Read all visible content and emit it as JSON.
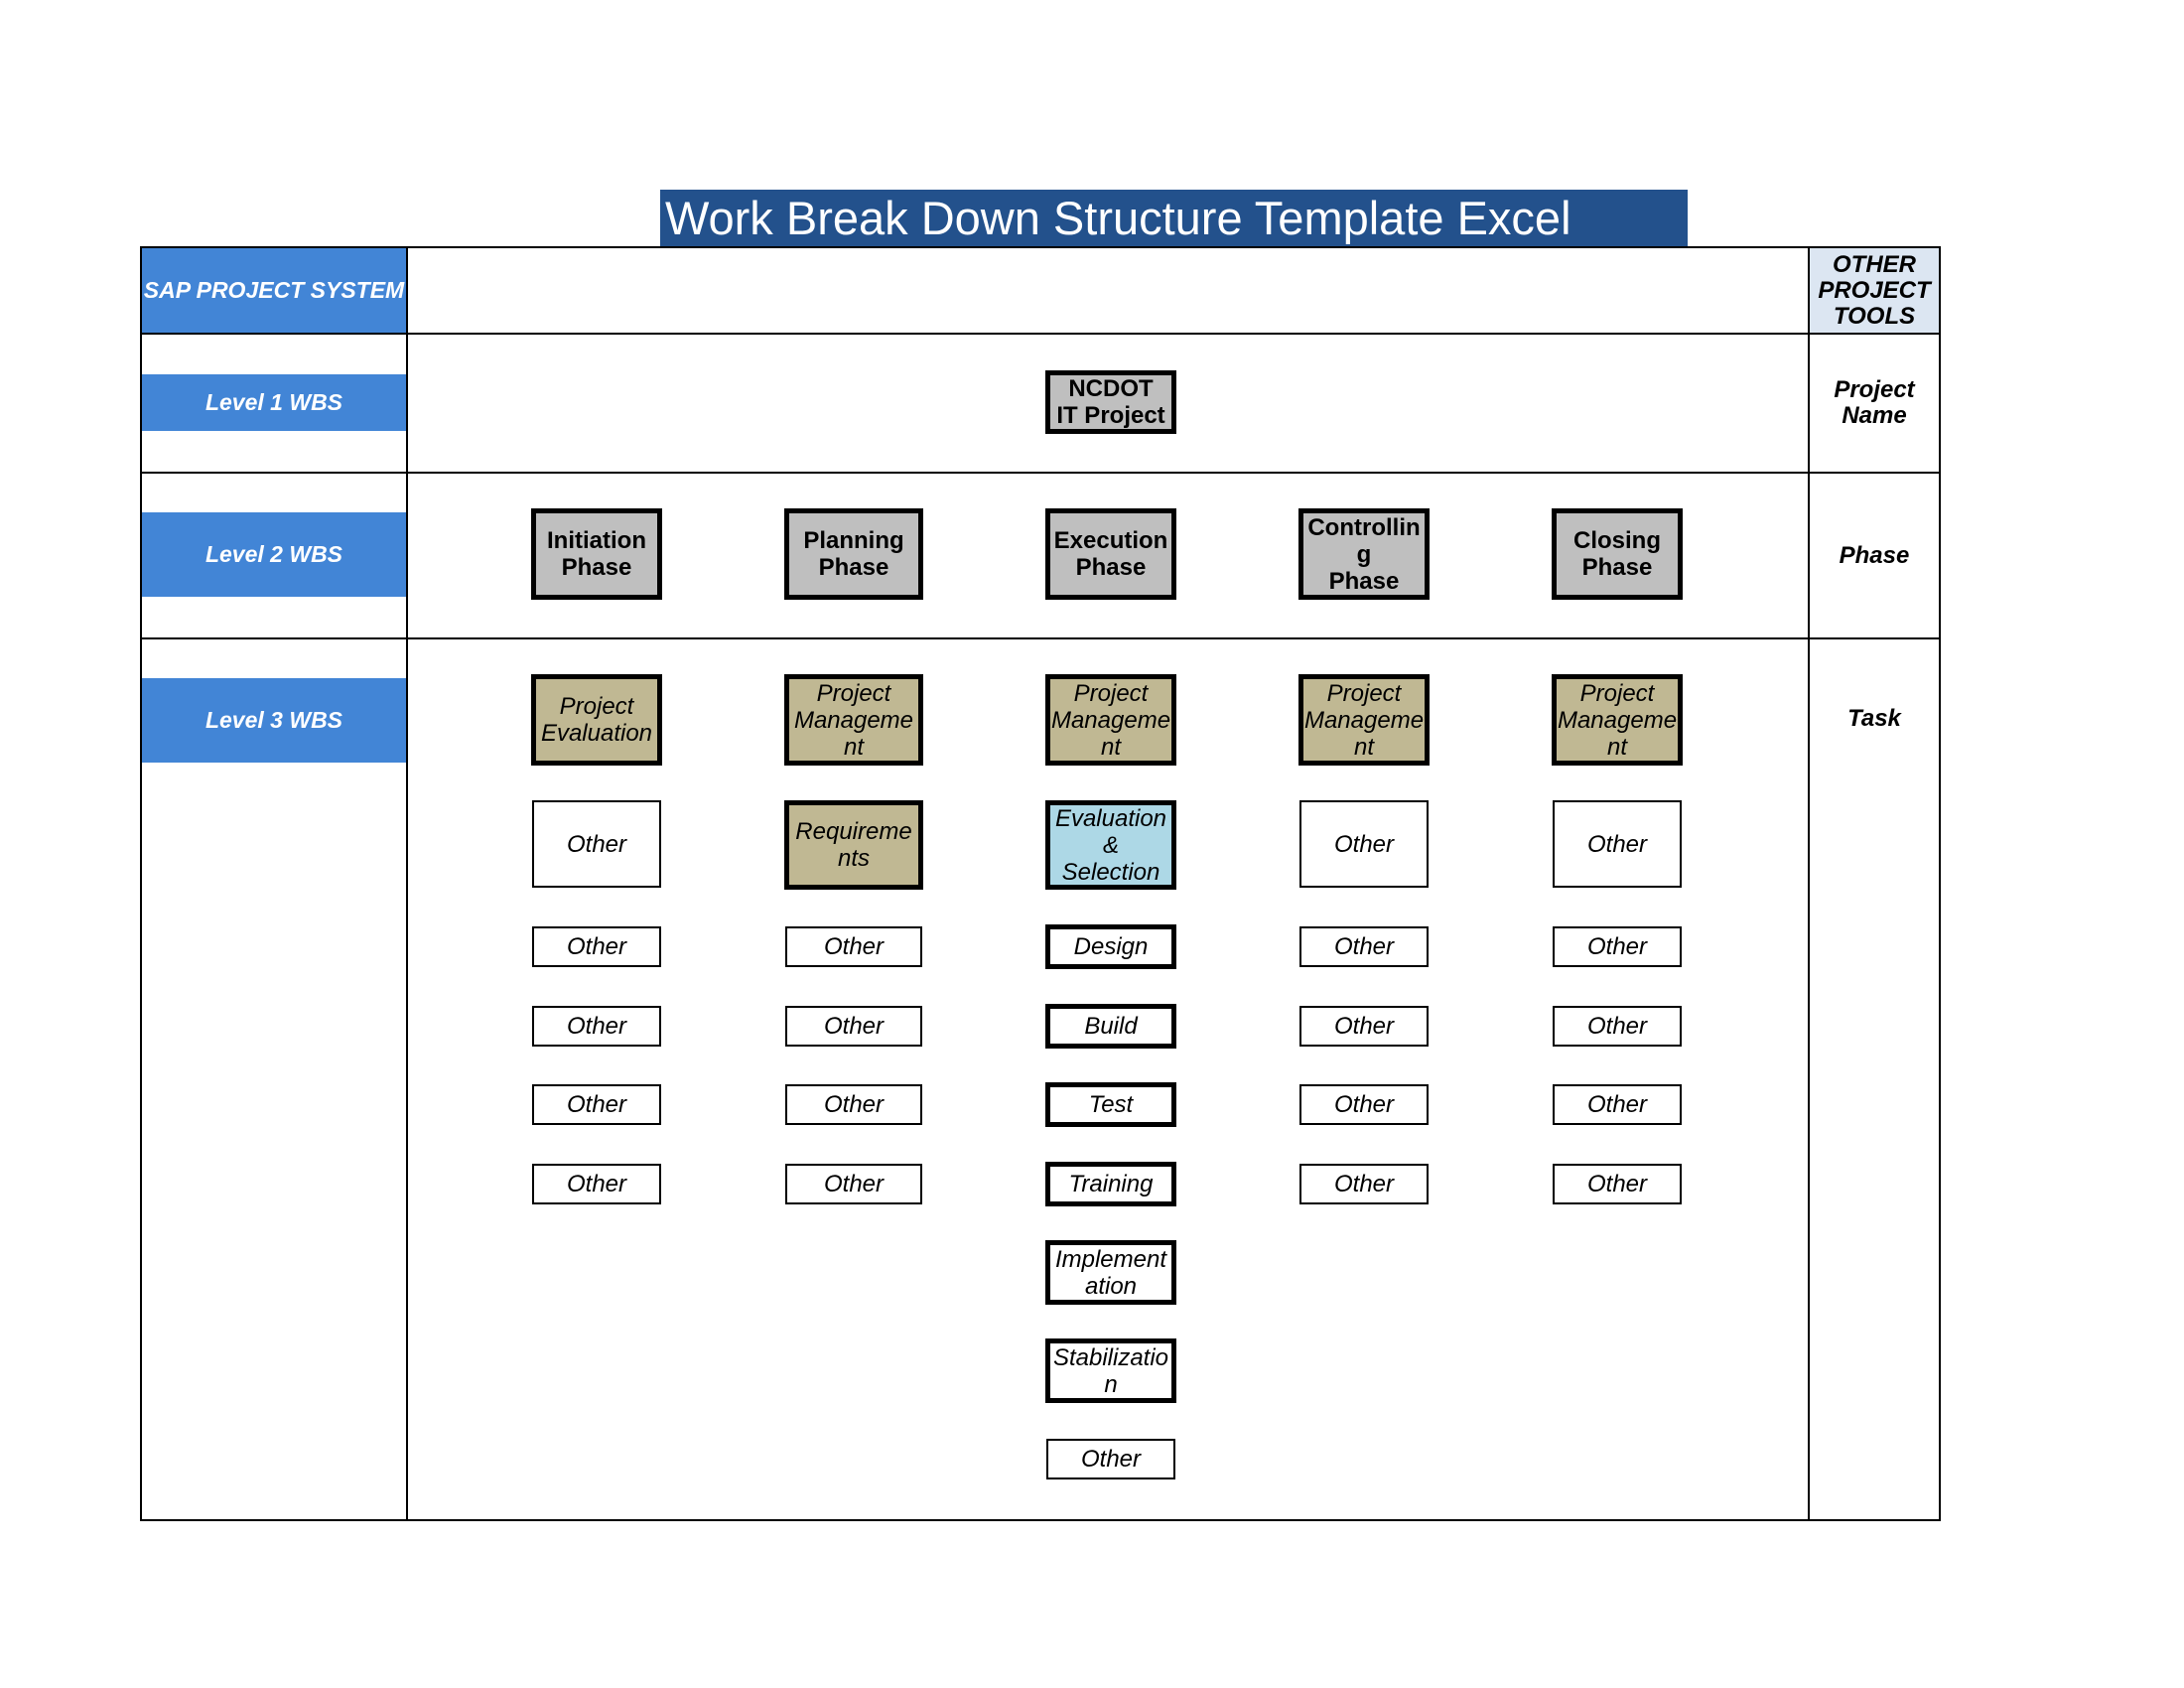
{
  "title": "Work Break Down Structure Template Excel",
  "left_header": "SAP PROJECT\nSYSTEM",
  "right_header": "OTHER\nPROJECT\nTOOLS",
  "levels": {
    "level1": "Level 1 WBS",
    "level2": "Level 2 WBS",
    "level3": "Level 3 WBS"
  },
  "right_labels": {
    "project_name": "Project\nName",
    "phase": "Phase",
    "task": "Task"
  },
  "project": "NCDOT\nIT Project",
  "phases": [
    "Initiation\nPhase",
    "Planning\nPhase",
    "Execution\nPhase",
    "Controllin\ng\nPhase",
    "Closing\nPhase"
  ],
  "tasks": {
    "initiation": [
      "Project\nEvaluation",
      "Other",
      "Other",
      "Other",
      "Other",
      "Other"
    ],
    "planning": [
      "Project\nManageme\nnt",
      "Requireme\nnts",
      "Other",
      "Other",
      "Other",
      "Other"
    ],
    "execution": [
      "Project\nManageme\nnt",
      "Evaluation\n& Selection",
      "Design",
      "Build",
      "Test",
      "Training",
      "Implement\nation",
      "Stabilizatio\nn",
      "Other"
    ],
    "controlling": [
      "Project\nManageme\nnt",
      "Other",
      "Other",
      "Other",
      "Other",
      "Other"
    ],
    "closing": [
      "Project\nManageme\nnt",
      "Other",
      "Other",
      "Other",
      "Other",
      "Other"
    ]
  },
  "colors": {
    "title_bg": "#23518C",
    "level_bg": "#4285D6",
    "other_tools_bg": "#DCE6F2",
    "phase_bg": "#BFBFBF",
    "pm_task_bg": "#C0B893",
    "evaluation_bg": "#ADD8E6"
  }
}
